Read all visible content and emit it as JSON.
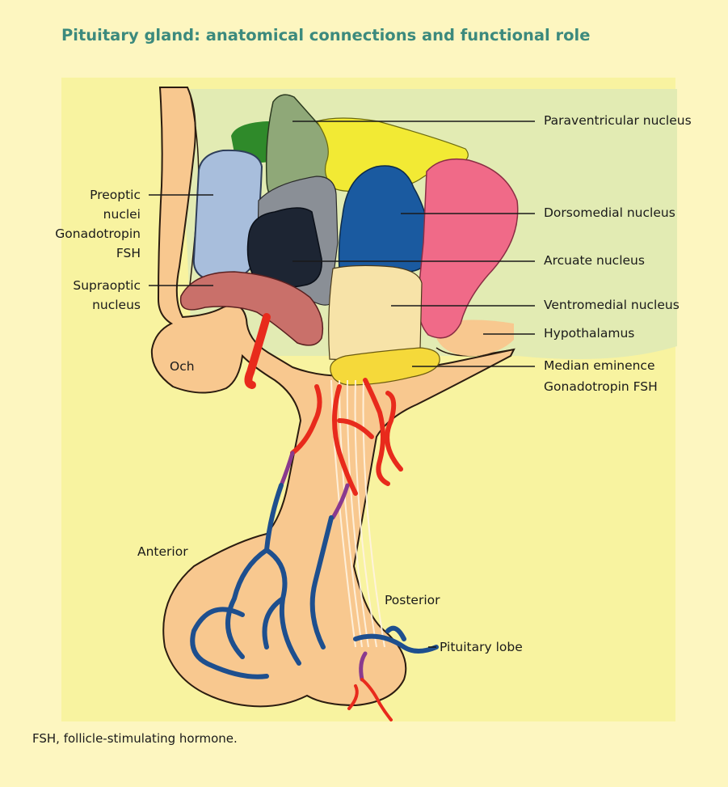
{
  "title": "Pituitary gland: anatomical connections and functional role",
  "labels": {
    "paraventricular": "Paraventricular nucleus",
    "dorsomedial": "Dorsomedial nucleus",
    "arcuate": "Arcuate nucleus",
    "ventromedial": "Ventromedial nucleus",
    "hypothalamus": "Hypothalamus",
    "median_eminence_1": "Median eminence",
    "median_eminence_2": "Gonadotropin FSH",
    "preoptic_1": "Preoptic",
    "preoptic_2": "nuclei",
    "preoptic_3": "Gonadotropin",
    "preoptic_4": "FSH",
    "supraoptic_1": "Supraoptic",
    "supraoptic_2": "nucleus",
    "och": "Och",
    "anterior": "Anterior",
    "posterior": "Posterior",
    "pituitary_lobe": "Pituitary lobe"
  },
  "footnote": "FSH, follicle-stimulating hormone.",
  "colors": {
    "background": "#fdf6c0",
    "panel": "#f8f3a0",
    "title": "#3c8a7d",
    "tissue": "#f8c88f",
    "tissue_outline": "#2b1c10",
    "hypothalamus_bg": "#e2ebb3",
    "paraventricular": "#8fa878",
    "paraventricular_top": "#2f8a2a",
    "yellow_nucleus": "#f2ea34",
    "preoptic": "#a8bedc",
    "gray_nucleus": "#8a8f96",
    "arcuate": "#1d2533",
    "dorsomedial": "#1a5aa0",
    "ventromedial": "#f7e3a8",
    "pink_nucleus": "#f06a88",
    "supraoptic": "#c9706a",
    "median_eminence": "#f5d93a",
    "artery": "#e82a1c",
    "vein": "#1e4f8e",
    "mixed_vessel": "#8a3a8e"
  }
}
